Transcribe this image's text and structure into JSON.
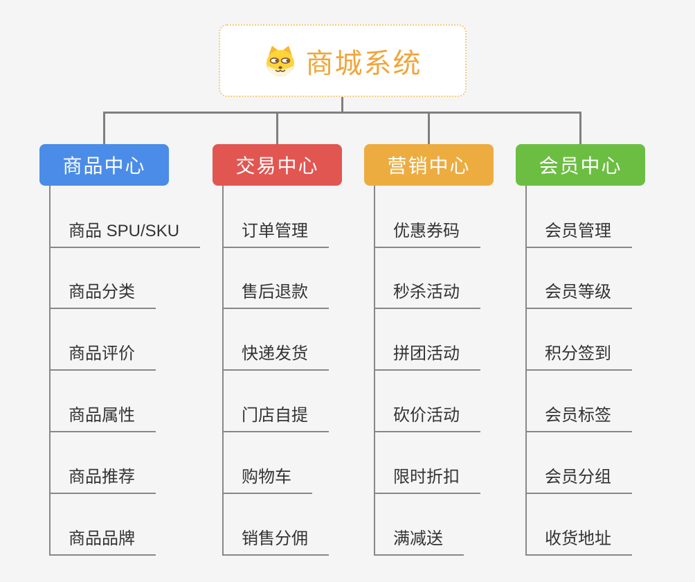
{
  "root": {
    "title": "商城系统",
    "icon": "doge-icon",
    "title_color": "#f0a63a",
    "border_color": "#f3c878"
  },
  "connector_color": "#7f7f7f",
  "branches": [
    {
      "label": "商品中心",
      "color": "#4a8ce8",
      "items": [
        "商品 SPU/SKU",
        "商品分类",
        "商品评价",
        "商品属性",
        "商品推荐",
        "商品品牌"
      ]
    },
    {
      "label": "交易中心",
      "color": "#e25652",
      "items": [
        "订单管理",
        "售后退款",
        "快递发货",
        "门店自提",
        "购物车",
        "销售分佣"
      ]
    },
    {
      "label": "营销中心",
      "color": "#edac40",
      "items": [
        "优惠券码",
        "秒杀活动",
        "拼团活动",
        "砍价活动",
        "限时折扣",
        "满减送"
      ]
    },
    {
      "label": "会员中心",
      "color": "#6cbe42",
      "items": [
        "会员管理",
        "会员等级",
        "积分签到",
        "会员标签",
        "会员分组",
        "收货地址"
      ]
    }
  ]
}
